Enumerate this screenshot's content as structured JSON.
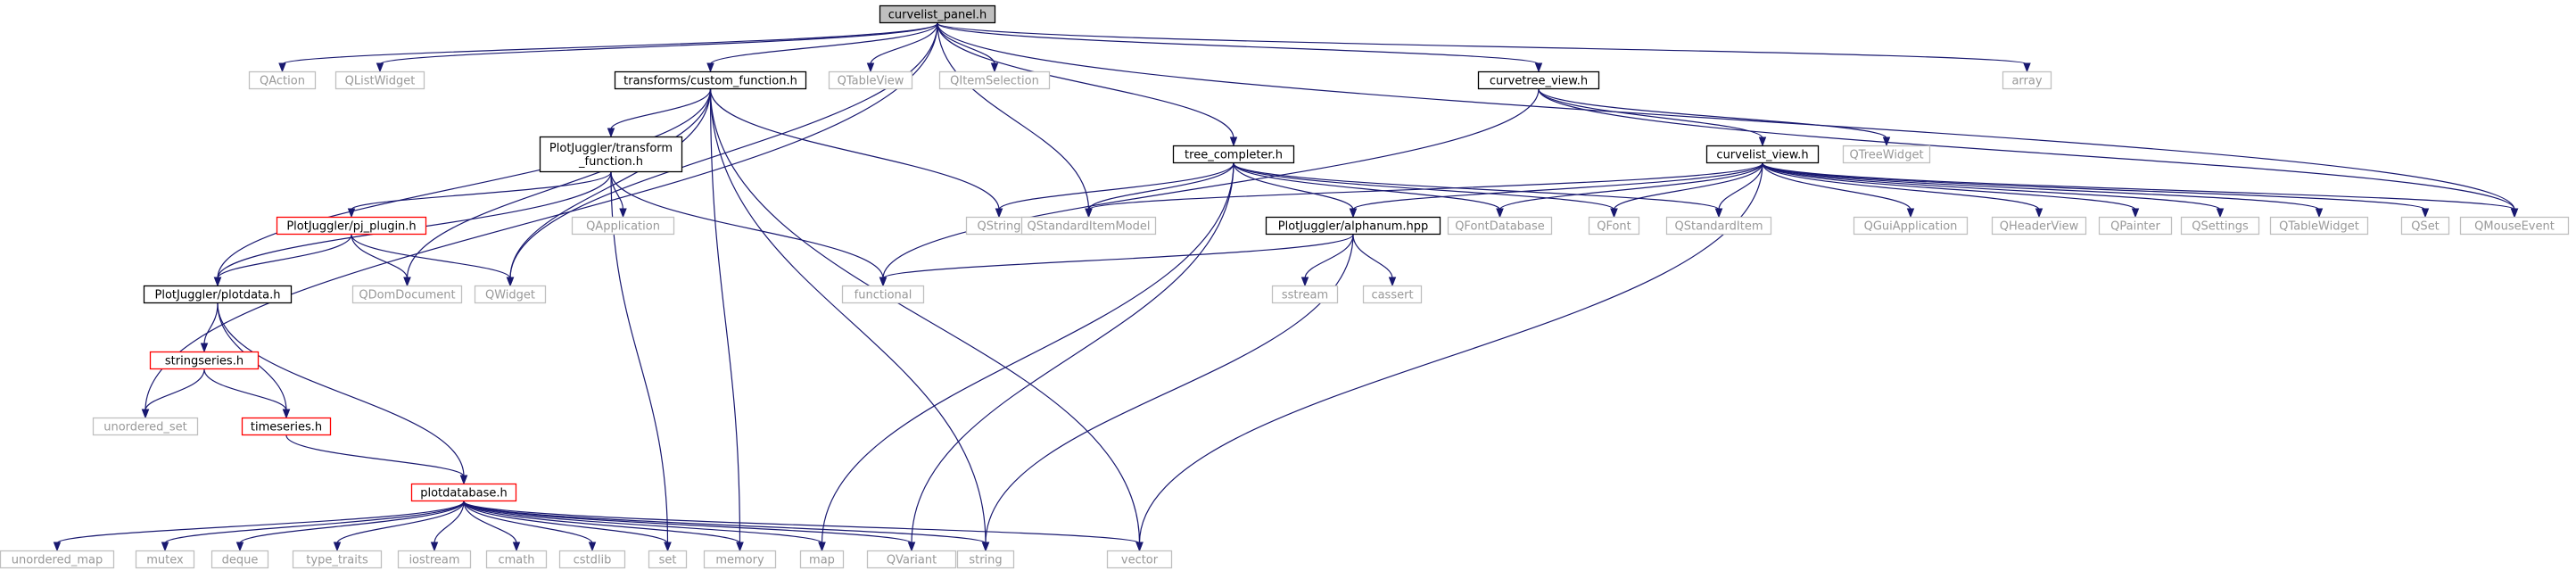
{
  "colors": {
    "edge": "#191970",
    "system_border": "#bfbfbf",
    "system_text": "#999999",
    "local_border": "#000000",
    "missing_border": "#ff0000",
    "root_fill": "#bfbfbf"
  },
  "graph": {
    "nodes": [
      {
        "id": "root",
        "lines": [
          "curvelist_panel.h"
        ],
        "kind": "root"
      },
      {
        "id": "qaction",
        "lines": [
          "QAction"
        ],
        "kind": "system"
      },
      {
        "id": "qlistwidget",
        "lines": [
          "QListWidget"
        ],
        "kind": "system"
      },
      {
        "id": "custom_function",
        "lines": [
          "transforms/custom_function.h"
        ],
        "kind": "local"
      },
      {
        "id": "qtableview",
        "lines": [
          "QTableView"
        ],
        "kind": "system"
      },
      {
        "id": "qitemselection",
        "lines": [
          "QItemSelection"
        ],
        "kind": "system"
      },
      {
        "id": "curvetree_view",
        "lines": [
          "curvetree_view.h"
        ],
        "kind": "local"
      },
      {
        "id": "array",
        "lines": [
          "array"
        ],
        "kind": "system"
      },
      {
        "id": "transform_function",
        "lines": [
          "PlotJuggler/transform",
          "_function.h"
        ],
        "kind": "local"
      },
      {
        "id": "tree_completer",
        "lines": [
          "tree_completer.h"
        ],
        "kind": "local"
      },
      {
        "id": "curvelist_view",
        "lines": [
          "curvelist_view.h"
        ],
        "kind": "local"
      },
      {
        "id": "qtreewidget",
        "lines": [
          "QTreeWidget"
        ],
        "kind": "system"
      },
      {
        "id": "pj_plugin",
        "lines": [
          "PlotJuggler/pj_plugin.h"
        ],
        "kind": "missing"
      },
      {
        "id": "qapplication",
        "lines": [
          "QApplication"
        ],
        "kind": "system"
      },
      {
        "id": "qstring",
        "lines": [
          "QString"
        ],
        "kind": "system"
      },
      {
        "id": "qstandarditemmodel",
        "lines": [
          "QStandardItemModel"
        ],
        "kind": "system"
      },
      {
        "id": "alphanum",
        "lines": [
          "PlotJuggler/alphanum.hpp"
        ],
        "kind": "local"
      },
      {
        "id": "qfontdatabase",
        "lines": [
          "QFontDatabase"
        ],
        "kind": "system"
      },
      {
        "id": "qfont",
        "lines": [
          "QFont"
        ],
        "kind": "system"
      },
      {
        "id": "qstandarditem",
        "lines": [
          "QStandardItem"
        ],
        "kind": "system"
      },
      {
        "id": "qguiapplication",
        "lines": [
          "QGuiApplication"
        ],
        "kind": "system"
      },
      {
        "id": "qheaderview",
        "lines": [
          "QHeaderView"
        ],
        "kind": "system"
      },
      {
        "id": "qpainter",
        "lines": [
          "QPainter"
        ],
        "kind": "system"
      },
      {
        "id": "qsettings",
        "lines": [
          "QSettings"
        ],
        "kind": "system"
      },
      {
        "id": "qtablewidget",
        "lines": [
          "QTableWidget"
        ],
        "kind": "system"
      },
      {
        "id": "qset",
        "lines": [
          "QSet"
        ],
        "kind": "system"
      },
      {
        "id": "qmouseevent",
        "lines": [
          "QMouseEvent"
        ],
        "kind": "system"
      },
      {
        "id": "plotdata",
        "lines": [
          "PlotJuggler/plotdata.h"
        ],
        "kind": "local"
      },
      {
        "id": "qdomdocument",
        "lines": [
          "QDomDocument"
        ],
        "kind": "system"
      },
      {
        "id": "qwidget",
        "lines": [
          "QWidget"
        ],
        "kind": "system"
      },
      {
        "id": "functional",
        "lines": [
          "functional"
        ],
        "kind": "system"
      },
      {
        "id": "sstream",
        "lines": [
          "sstream"
        ],
        "kind": "system"
      },
      {
        "id": "cassert",
        "lines": [
          "cassert"
        ],
        "kind": "system"
      },
      {
        "id": "stringseries",
        "lines": [
          "stringseries.h"
        ],
        "kind": "missing"
      },
      {
        "id": "unordered_set",
        "lines": [
          "unordered_set"
        ],
        "kind": "system"
      },
      {
        "id": "timeseries",
        "lines": [
          "timeseries.h"
        ],
        "kind": "missing"
      },
      {
        "id": "plotdatabase",
        "lines": [
          "plotdatabase.h"
        ],
        "kind": "missing"
      },
      {
        "id": "unordered_map",
        "lines": [
          "unordered_map"
        ],
        "kind": "system"
      },
      {
        "id": "mutex",
        "lines": [
          "mutex"
        ],
        "kind": "system"
      },
      {
        "id": "deque",
        "lines": [
          "deque"
        ],
        "kind": "system"
      },
      {
        "id": "type_traits",
        "lines": [
          "type_traits"
        ],
        "kind": "system"
      },
      {
        "id": "iostream",
        "lines": [
          "iostream"
        ],
        "kind": "system"
      },
      {
        "id": "cmath",
        "lines": [
          "cmath"
        ],
        "kind": "system"
      },
      {
        "id": "cstdlib",
        "lines": [
          "cstdlib"
        ],
        "kind": "system"
      },
      {
        "id": "set",
        "lines": [
          "set"
        ],
        "kind": "system"
      },
      {
        "id": "memory",
        "lines": [
          "memory"
        ],
        "kind": "system"
      },
      {
        "id": "map",
        "lines": [
          "map"
        ],
        "kind": "system"
      },
      {
        "id": "qvariant",
        "lines": [
          "QVariant"
        ],
        "kind": "system"
      },
      {
        "id": "string",
        "lines": [
          "string"
        ],
        "kind": "system"
      },
      {
        "id": "vector",
        "lines": [
          "vector"
        ],
        "kind": "system"
      }
    ],
    "edges": [
      [
        "root",
        "qaction"
      ],
      [
        "root",
        "qlistwidget"
      ],
      [
        "root",
        "custom_function"
      ],
      [
        "root",
        "qtableview"
      ],
      [
        "root",
        "qitemselection"
      ],
      [
        "root",
        "curvetree_view"
      ],
      [
        "root",
        "array"
      ],
      [
        "root",
        "tree_completer"
      ],
      [
        "root",
        "qstandarditemmodel"
      ],
      [
        "root",
        "qwidget"
      ],
      [
        "root",
        "unordered_set"
      ],
      [
        "root",
        "qmouseevent"
      ],
      [
        "custom_function",
        "transform_function"
      ],
      [
        "custom_function",
        "plotdata"
      ],
      [
        "custom_function",
        "qdomdocument"
      ],
      [
        "custom_function",
        "qwidget"
      ],
      [
        "custom_function",
        "qstring"
      ],
      [
        "custom_function",
        "memory"
      ],
      [
        "custom_function",
        "string"
      ],
      [
        "custom_function",
        "vector"
      ],
      [
        "transform_function",
        "pj_plugin"
      ],
      [
        "transform_function",
        "qapplication"
      ],
      [
        "transform_function",
        "functional"
      ],
      [
        "transform_function",
        "set"
      ],
      [
        "transform_function",
        "plotdata"
      ],
      [
        "pj_plugin",
        "plotdata"
      ],
      [
        "pj_plugin",
        "qdomdocument"
      ],
      [
        "pj_plugin",
        "qwidget"
      ],
      [
        "plotdata",
        "stringseries"
      ],
      [
        "plotdata",
        "timeseries"
      ],
      [
        "plotdata",
        "plotdatabase"
      ],
      [
        "stringseries",
        "unordered_set"
      ],
      [
        "stringseries",
        "timeseries"
      ],
      [
        "timeseries",
        "plotdatabase"
      ],
      [
        "plotdatabase",
        "unordered_map"
      ],
      [
        "plotdatabase",
        "mutex"
      ],
      [
        "plotdatabase",
        "deque"
      ],
      [
        "plotdatabase",
        "type_traits"
      ],
      [
        "plotdatabase",
        "iostream"
      ],
      [
        "plotdatabase",
        "cmath"
      ],
      [
        "plotdatabase",
        "cstdlib"
      ],
      [
        "plotdatabase",
        "set"
      ],
      [
        "plotdatabase",
        "memory"
      ],
      [
        "plotdatabase",
        "map"
      ],
      [
        "plotdatabase",
        "qvariant"
      ],
      [
        "plotdatabase",
        "string"
      ],
      [
        "plotdatabase",
        "vector"
      ],
      [
        "curvetree_view",
        "curvelist_view"
      ],
      [
        "curvetree_view",
        "qtreewidget"
      ],
      [
        "curvetree_view",
        "functional"
      ],
      [
        "curvetree_view",
        "qmouseevent"
      ],
      [
        "tree_completer",
        "qstring"
      ],
      [
        "tree_completer",
        "qstandarditemmodel"
      ],
      [
        "tree_completer",
        "alphanum"
      ],
      [
        "tree_completer",
        "qfontdatabase"
      ],
      [
        "tree_completer",
        "qfont"
      ],
      [
        "tree_completer",
        "qstandarditem"
      ],
      [
        "tree_completer",
        "map"
      ],
      [
        "tree_completer",
        "qvariant"
      ],
      [
        "curvelist_view",
        "qstandarditemmodel"
      ],
      [
        "curvelist_view",
        "alphanum"
      ],
      [
        "curvelist_view",
        "qfontdatabase"
      ],
      [
        "curvelist_view",
        "qfont"
      ],
      [
        "curvelist_view",
        "qstandarditem"
      ],
      [
        "curvelist_view",
        "qguiapplication"
      ],
      [
        "curvelist_view",
        "qheaderview"
      ],
      [
        "curvelist_view",
        "qpainter"
      ],
      [
        "curvelist_view",
        "qsettings"
      ],
      [
        "curvelist_view",
        "qtablewidget"
      ],
      [
        "curvelist_view",
        "qset"
      ],
      [
        "curvelist_view",
        "qmouseevent"
      ],
      [
        "curvelist_view",
        "vector"
      ],
      [
        "alphanum",
        "functional"
      ],
      [
        "alphanum",
        "sstream"
      ],
      [
        "alphanum",
        "cassert"
      ],
      [
        "alphanum",
        "string"
      ]
    ]
  }
}
